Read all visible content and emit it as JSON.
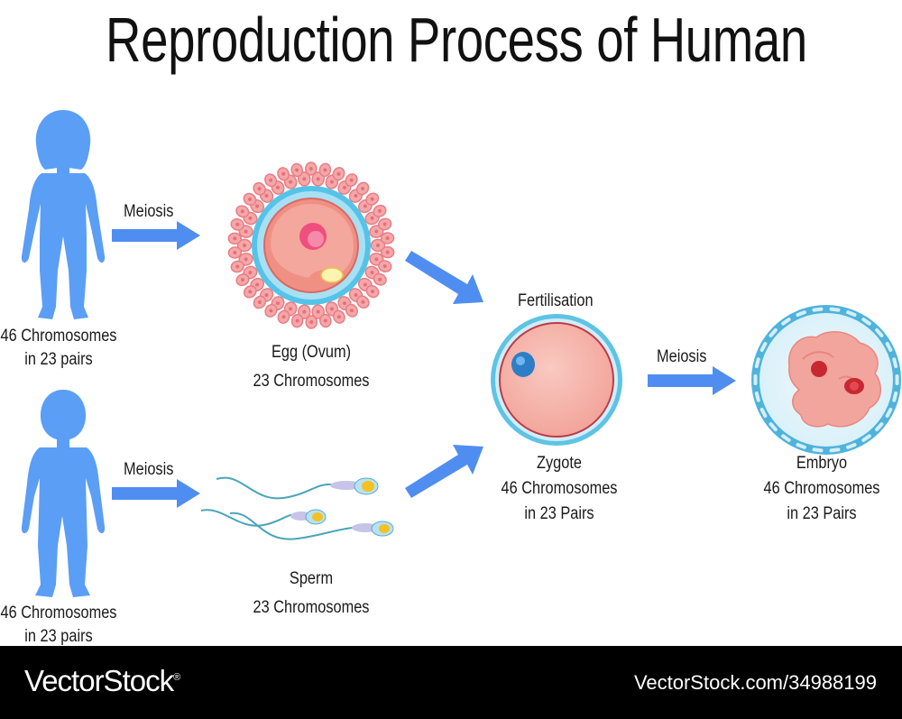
{
  "title": "Reproduction Process of Human",
  "female": {
    "line1": "46 Chromosomes",
    "line2": "in 23 pairs"
  },
  "male": {
    "line1": "46 Chromosomes",
    "line2": "in 23 pairs"
  },
  "arrows": {
    "meiosis_female": "Meiosis",
    "meiosis_male": "Meiosis",
    "fertilisation": "Fertilisation",
    "meiosis_zygote": "Meiosis"
  },
  "egg": {
    "line1": "Egg (Ovum)",
    "line2": "23 Chromosomes"
  },
  "sperm": {
    "line1": "Sperm",
    "line2": "23 Chromosomes"
  },
  "zygote": {
    "line1": "Zygote",
    "line2": "46 Chromosomes",
    "line3": "in 23 Pairs"
  },
  "embryo": {
    "line1": "Embryo",
    "line2": "46 Chromosomes",
    "line3": "in 23 Pairs"
  },
  "footer": {
    "brand": "VectorStock",
    "brand_mark": "®",
    "image_id": "VectorStock.com/34988199"
  },
  "colors": {
    "silhouette": "#5b9ef5",
    "arrow": "#4f8ef0",
    "follicle_cell": "#f4a8a8",
    "egg_membrane": "#55c3e8",
    "zygote_fill": "#f7b7ad",
    "nucleus": "#ef4f7d",
    "footer": "#000000"
  }
}
